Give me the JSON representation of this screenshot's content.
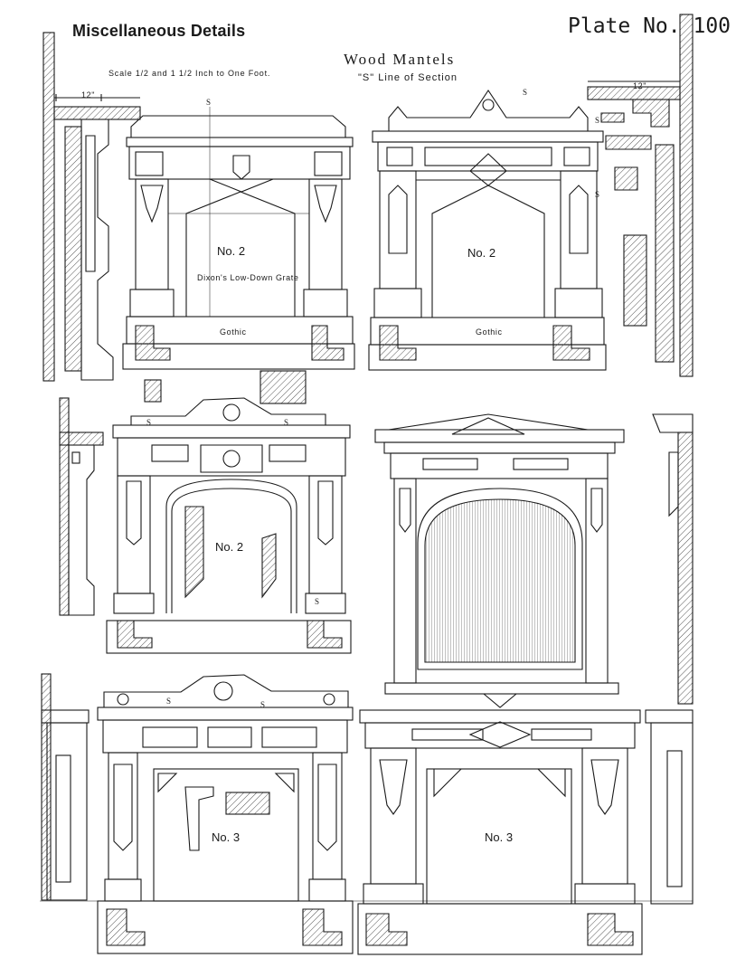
{
  "header": {
    "section": "Miscellaneous Details",
    "plate": "Plate No. 100",
    "title": "Wood Mantels",
    "subtitle": "\"S\" Line of Section",
    "scale": "Scale 1/2 and 1 1/2 Inch to One Foot."
  },
  "dimensions": {
    "top_left": "12\"",
    "top_right": "12\""
  },
  "mantels": {
    "top_left": {
      "number": "No. 2",
      "note": "Dixon's Low-Down Grate",
      "style": "Gothic"
    },
    "top_right": {
      "number": "No. 2",
      "style": "Gothic"
    },
    "middle_left": {
      "number": "No. 2"
    },
    "bottom_left": {
      "number": "No. 3"
    },
    "bottom_right": {
      "number": "No. 3"
    }
  },
  "section_mark": "S",
  "colors": {
    "ink": "#1a1a1a",
    "paper": "#ffffff",
    "hatch": "#555555"
  }
}
